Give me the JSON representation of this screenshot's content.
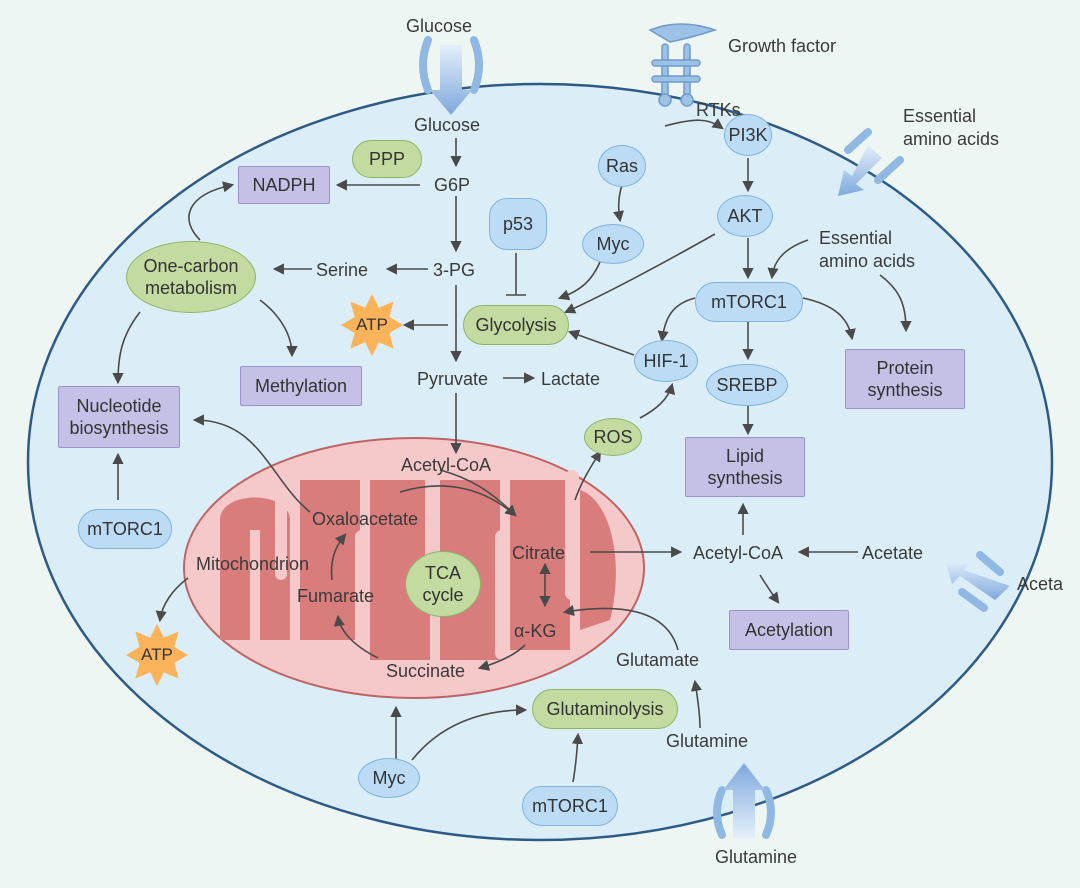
{
  "diagram": {
    "outside": {
      "glucose": "Glucose",
      "growth_factor": "Growth factor",
      "essential_amino_acids": "Essential\namino acids",
      "acetate": "Aceta",
      "glutamine": "Glutamine"
    },
    "cytosol": {
      "glucose": "Glucose",
      "g6p": "G6P",
      "three_pg": "3-PG",
      "serine": "Serine",
      "pyruvate": "Pyruvate",
      "lactate": "Lactate",
      "rtks": "RTKs",
      "essential_amino_acids": "Essential\namino acids",
      "acetyl_coa": "Acetyl-CoA",
      "acetate": "Acetate",
      "glutamate": "Glutamate",
      "glutamine": "Glutamine"
    },
    "mitochondrion": {
      "label": "Mitochondrion",
      "acetyl_coa": "Acetyl-CoA",
      "oxaloacetate": "Oxaloacetate",
      "citrate": "Citrate",
      "fumarate": "Fumarate",
      "alpha_kg": "α-KG",
      "succinate": "Succinate",
      "tca_cycle": "TCA\ncycle"
    },
    "signaling": {
      "pi3k": "PI3K",
      "ras": "Ras",
      "akt": "AKT",
      "myc_top": "Myc",
      "p53": "p53",
      "mtorc1_main": "mTORC1",
      "hif1": "HIF-1",
      "srebp": "SREBP",
      "mtorc1_left": "mTORC1",
      "myc_bottom": "Myc",
      "mtorc1_bottom": "mTORC1"
    },
    "processes": {
      "ppp": "PPP",
      "one_carbon": "One-carbon\nmetabolism",
      "glycolysis": "Glycolysis",
      "ros": "ROS",
      "glutaminolysis": "Glutaminolysis"
    },
    "outputs": {
      "nadph": "NADPH",
      "methylation": "Methylation",
      "nucleotide_biosynthesis": "Nucleotide\nbiosynthesis",
      "protein_synthesis": "Protein\nsynthesis",
      "lipid_synthesis": "Lipid\nsynthesis",
      "acetylation": "Acetylation",
      "atp_top": "ATP",
      "atp_bottom": "ATP"
    },
    "colors": {
      "cell_fill": "#dbeef8",
      "cell_stroke": "#2e5a86",
      "mito_outer": "#f5c9c9",
      "mito_cristae": "#d87c7c",
      "signaling_node": "#bcdcf6",
      "process_node": "#c3dba0",
      "output_box": "#c5c0e6",
      "atp_star": "#fbb35a",
      "transporter": "#8fb8e2",
      "arrow": "#4a4a4a"
    }
  }
}
